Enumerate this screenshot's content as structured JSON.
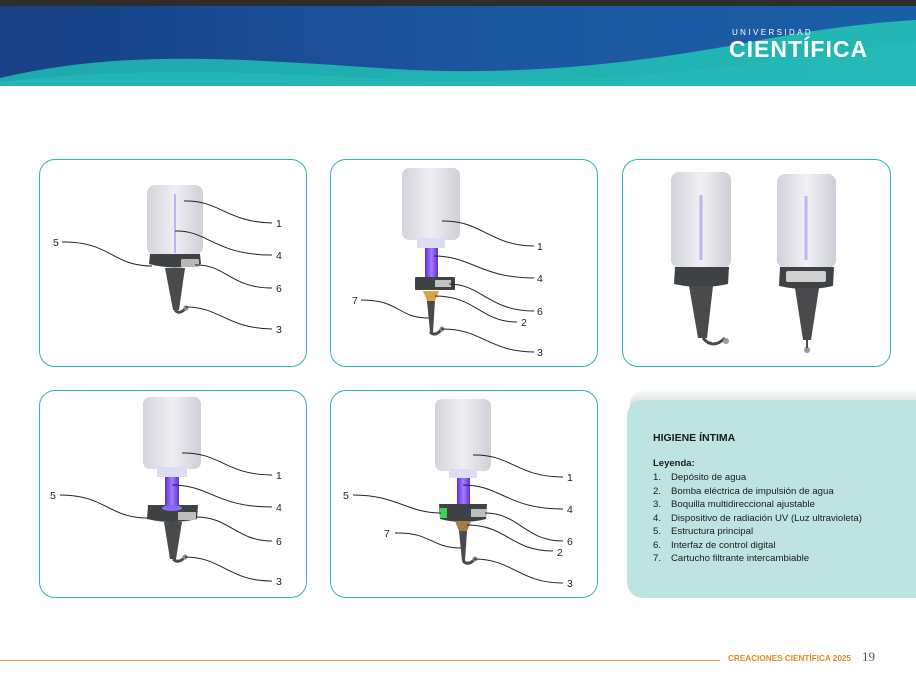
{
  "header": {
    "logo_top": "UNIVERSIDAD",
    "logo_main": "CIENTÍFICA"
  },
  "panels": [
    {
      "labels": [
        "1",
        "4",
        "6",
        "3",
        "5"
      ]
    },
    {
      "labels": [
        "1",
        "4",
        "6",
        "2",
        "3",
        "7"
      ]
    },
    {
      "labels": []
    },
    {
      "labels": [
        "1",
        "4",
        "6",
        "3",
        "5"
      ]
    },
    {
      "labels": [
        "1",
        "4",
        "6",
        "2",
        "3",
        "5",
        "7"
      ]
    }
  ],
  "legend": {
    "title": "HIGIENE ÍNTIMA",
    "subtitle": "Leyenda:",
    "items": [
      {
        "num": "1.",
        "text": "Depósito de agua"
      },
      {
        "num": "2.",
        "text": "Bomba eléctrica de impulsión de agua"
      },
      {
        "num": "3.",
        "text": "Boquilla multidireccional ajustable"
      },
      {
        "num": "4.",
        "text": "Dispositivo de radiación UV (Luz ultravioleta)"
      },
      {
        "num": "5.",
        "text": "Estructura principal"
      },
      {
        "num": "6.",
        "text": "Interfaz de control digital"
      },
      {
        "num": "7.",
        "text": "Cartucho filtrante intercambiable"
      }
    ]
  },
  "footer": {
    "text": "CREACIONES CIENTÍFICA 2025",
    "page": "19"
  },
  "colors": {
    "teal_accent": "#2fb5b1",
    "header_blue": "#1c4d94",
    "footer_orange": "#e08a1e",
    "uv_purple": "#7a3cf0"
  }
}
